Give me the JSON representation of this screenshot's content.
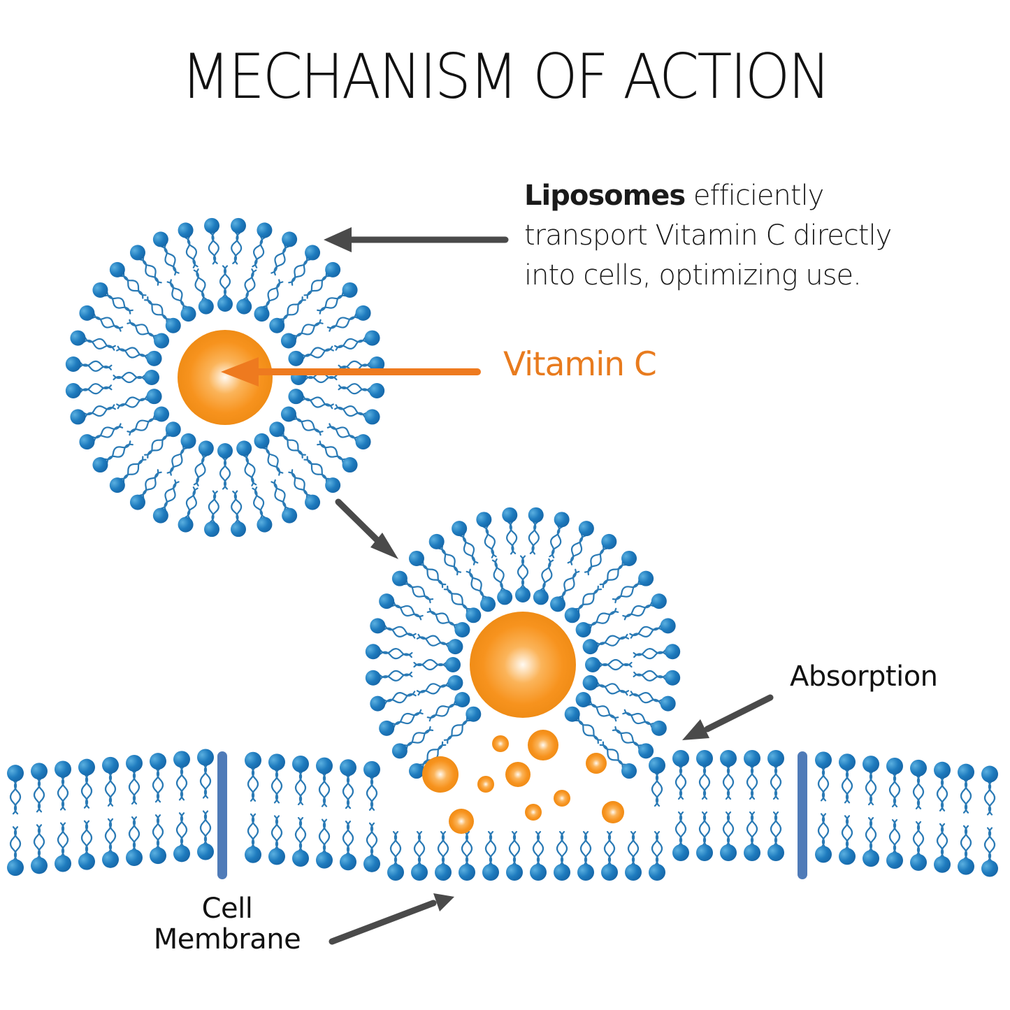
{
  "diagram": {
    "title": "MECHANISM OF ACTION",
    "description": {
      "bold": "Liposomes",
      "line1_rest": " efficiently",
      "line2": "transport Vitamin C directly",
      "line3": "into cells, optimizing use."
    },
    "labels": {
      "vitamin_c": "Vitamin C",
      "absorption": "Absorption",
      "cell_membrane_line1": "Cell",
      "cell_membrane_line2": "Membrane"
    },
    "colors": {
      "phospholipid_head": "#1f78b8",
      "phospholipid_head_light": "#4aa3d8",
      "phospholipid_tail": "#2a7ab5",
      "vitamin_c": "#f7931e",
      "vitamin_c_highlight": "#fff4e6",
      "vitamin_c_label": "#e87b1e",
      "arrow": "#4a4a4a",
      "protein_channel": "#4f7bb8"
    },
    "elements": {
      "liposome_intact": "Liposome carrying Vitamin C",
      "liposome_fusing": "Liposome fusing with cell membrane",
      "released_particles": "Released Vitamin C particles",
      "membrane": "Phospholipid bilayer"
    }
  }
}
